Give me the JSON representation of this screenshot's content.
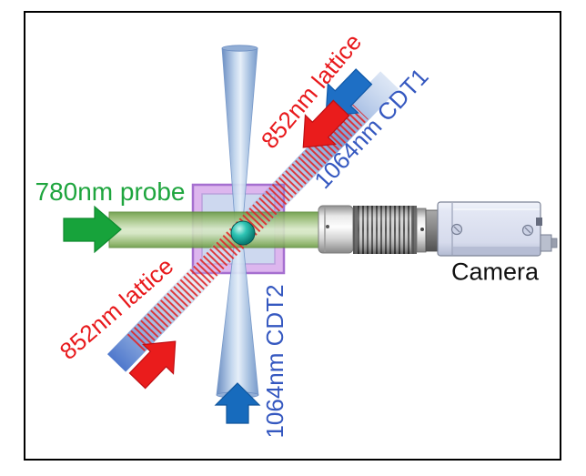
{
  "diagram": {
    "background": "#ffffff",
    "frame_color": "#000000",
    "labels": {
      "probe": {
        "text": "780nm probe",
        "color": "#1ea53e"
      },
      "lattice_upper": {
        "text": "852nm lattice",
        "color": "#e8191c"
      },
      "lattice_lower": {
        "text": "852nm lattice",
        "color": "#e8191c"
      },
      "cdt1": {
        "text": "1064nm CDT1",
        "color": "#3558c0"
      },
      "cdt2": {
        "text": "1064nm CDT2",
        "color": "#3558c0"
      },
      "camera": {
        "text": "Camera",
        "color": "#111111"
      }
    },
    "beams": {
      "probe": {
        "wavelength": "780nm",
        "beam_color": "#8db468",
        "arrow_color": "#17a33b",
        "direction": "left-to-right"
      },
      "lattice": {
        "wavelength": "852nm",
        "beam_color": "#e32222",
        "arrow_color": "#ea1c1c",
        "direction": "diagonal counter-propagating"
      },
      "cdt1": {
        "wavelength": "1064nm",
        "beam_color": "#5a7fc8",
        "arrow_color": "#1e6fc5",
        "direction": "diagonal toward cell"
      },
      "cdt2": {
        "wavelength": "1064nm",
        "beam_color": "#9fbbde",
        "arrow_color": "#176bbd",
        "direction": "bottom-to-top"
      }
    },
    "cell": {
      "border_color": "#a66fd0",
      "window_color": "#cdd8ef"
    },
    "atom": {
      "color": "#0b7f75"
    },
    "camera_hardware": {
      "body_color": "#dfe3f2"
    }
  }
}
